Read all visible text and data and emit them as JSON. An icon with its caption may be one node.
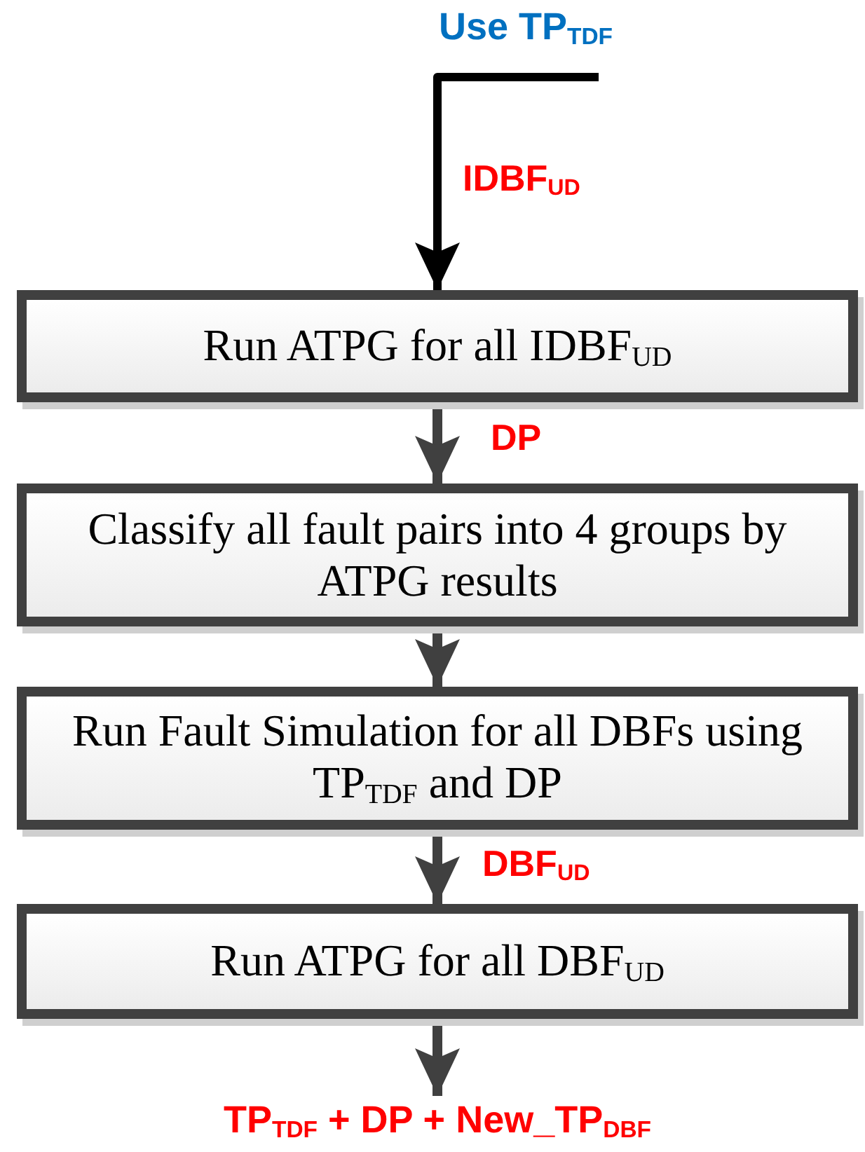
{
  "diagram": {
    "nodes": [
      {
        "text": [
          "Use TP$_{TDF}$"
        ]
      },
      {
        "text": [
          "Run ATPG for all  IDBF$_{UD}$"
        ]
      },
      {
        "text": [
          "Classify all fault pairs into 4 groups by ATPG results"
        ]
      },
      {
        "text": [
          "Run Fault Simulation for all  DBFs using TP$_{TDF}$ and DP"
        ]
      },
      {
        "text": [
          "Run ATPG for all  DBF$_{UD}$"
        ]
      },
      {
        "text": [
          "TP$_{TDF}$ +  DP + New_TP$_{DBF}$"
        ]
      }
    ],
    "edges": [
      {
        "from": 0,
        "to": 1,
        "arrow": "to",
        "label": "IDBF$_{UD}$",
        "color": "#000000"
      },
      {
        "from": 1,
        "to": 2,
        "arrow": "to",
        "label": "DP"
      },
      {
        "from": 2,
        "to": 3,
        "arrow": "to"
      },
      {
        "from": 3,
        "to": 4,
        "arrow": "to",
        "label": "DBF$_{UD}$"
      },
      {
        "from": 4,
        "to": 5,
        "arrow": "to"
      }
    ]
  }
}
